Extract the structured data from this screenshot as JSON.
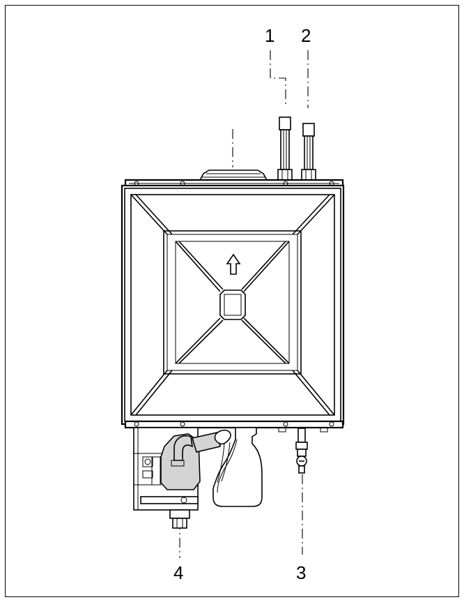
{
  "callouts": {
    "c1": "1",
    "c2": "2",
    "c3": "3",
    "c4": "4"
  },
  "colors": {
    "line": "#000000",
    "fill_grey": "#d4d4d4",
    "background": "#ffffff"
  },
  "icons": {
    "arrow": "up-arrow-icon",
    "heater": "wall-unit-icon",
    "bottle": "spray-bottle-icon",
    "valve": "drain-valve-icon"
  }
}
